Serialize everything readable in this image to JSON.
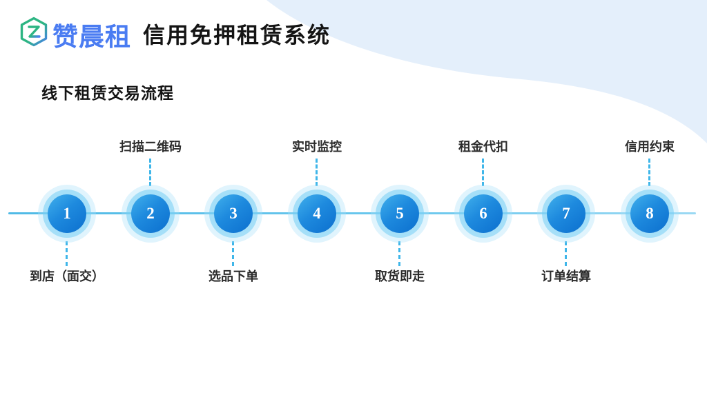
{
  "slide": {
    "background": "#ffffff",
    "type": "presentation-slide"
  },
  "header": {
    "brand": {
      "icon": "hexagon-z-logo",
      "name": "赞晨租"
    },
    "title": "信用免押租赁系统"
  },
  "section_title": "线下租赁交易流程",
  "timeline": {
    "steps": [
      {
        "number": "1",
        "label": "到店（面交）",
        "label_position": "below"
      },
      {
        "number": "2",
        "label": "扫描二维码",
        "label_position": "above"
      },
      {
        "number": "3",
        "label": "选品下单",
        "label_position": "below"
      },
      {
        "number": "4",
        "label": "实时监控",
        "label_position": "above"
      },
      {
        "number": "5",
        "label": "取货即走",
        "label_position": "below"
      },
      {
        "number": "6",
        "label": "租金代扣",
        "label_position": "above"
      },
      {
        "number": "7",
        "label": "订单结算",
        "label_position": "below"
      },
      {
        "number": "8",
        "label": "信用约束",
        "label_position": "above"
      }
    ]
  },
  "colors": {
    "brand_blue": "#4a7cf2",
    "brand_green": "#2db583",
    "title_color": "#141414",
    "label_color": "#2b2b2b",
    "circle_blue_start": "#41b0ec",
    "circle_blue_end": "#0f74d1",
    "ring_blue": "#74cef4",
    "line_blue": "#5fc0e8",
    "dash_blue": "#3fb6e9",
    "corner_blob_blue": "#e4effb"
  }
}
